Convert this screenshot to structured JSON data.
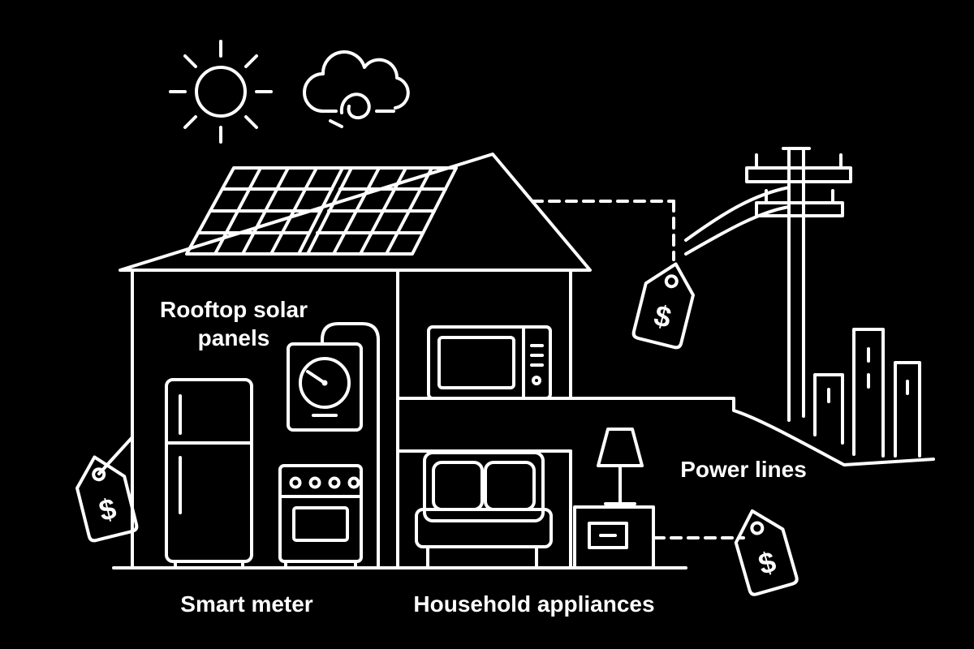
{
  "colors": {
    "background": "#000000",
    "line": "#ffffff"
  },
  "diagram": {
    "labels": {
      "rooftop_solar_line1": "Rooftop solar",
      "rooftop_solar_line2": "panels",
      "smart_meter": "Smart meter",
      "household_appliances": "Household appliances",
      "power_lines": "Power lines",
      "price_symbol": "$"
    },
    "icons": [
      "sun-icon",
      "storm-cloud-icon",
      "house-icon",
      "solar-panels-icon",
      "refrigerator-icon",
      "smart-meter-icon",
      "stove-icon",
      "microwave-icon",
      "bed-icon",
      "lamp-icon",
      "nightstand-icon",
      "price-tag-icon",
      "utility-pole-icon",
      "power-wires-icon",
      "city-skyline-icon"
    ]
  }
}
